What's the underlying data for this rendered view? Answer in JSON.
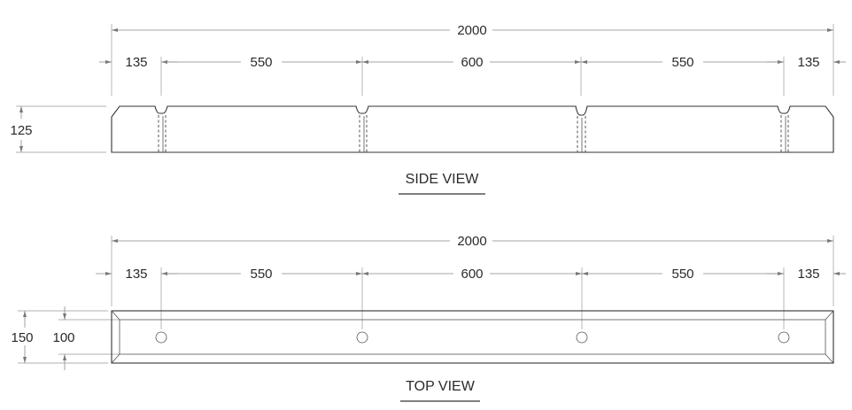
{
  "side_view": {
    "title": "SIDE VIEW",
    "overall_length": "2000",
    "segments": [
      "135",
      "550",
      "600",
      "550",
      "135"
    ],
    "height": "125"
  },
  "top_view": {
    "title": "TOP VIEW",
    "overall_length": "2000",
    "segments": [
      "135",
      "550",
      "600",
      "550",
      "135"
    ],
    "outer_width": "150",
    "inner_width": "100"
  },
  "colors": {
    "line": "#333333",
    "dimension": "#888888",
    "background": "#ffffff"
  }
}
